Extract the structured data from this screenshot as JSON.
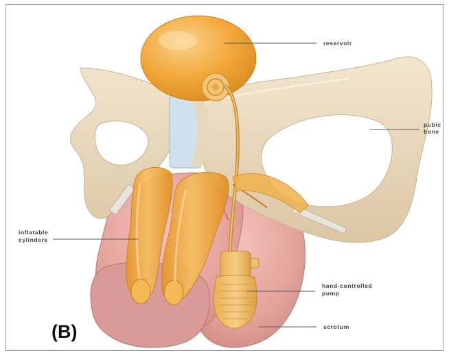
{
  "panel_label": "(B)",
  "labels": {
    "reservoir": "reservoir",
    "pubic_bone_line1": "pubic",
    "pubic_bone_line2": "bone",
    "cylinders_line1": "inflatable",
    "cylinders_line2": "cylinders",
    "pump_line1": "hand-controlled",
    "pump_line2": "pump",
    "scrotum": "scrotum"
  },
  "colors": {
    "bone": "#ecdcc2",
    "bone_shadow": "#d9c4a4",
    "implant_orange": "#f0a634",
    "implant_light": "#f7c56e",
    "skin": "#e7a7a0",
    "skin_dark": "#d48c86",
    "cartilage": "#cfe1ec",
    "leader_line": "#5a5a5a"
  }
}
